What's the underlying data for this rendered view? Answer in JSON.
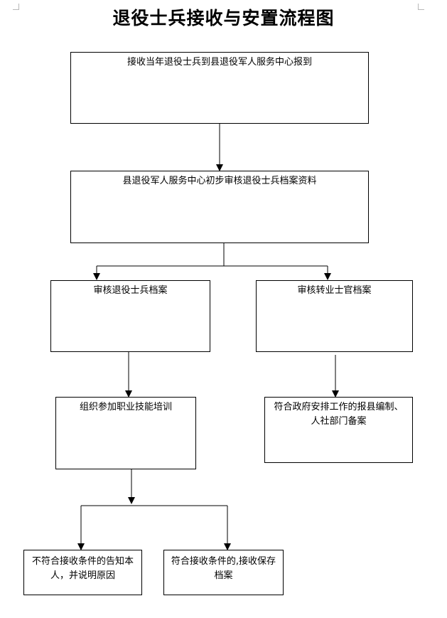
{
  "title": "退役士兵接收与安置流程图",
  "colors": {
    "line": "#000000",
    "box_border": "#000000",
    "background": "#ffffff"
  },
  "steps": {
    "report": "接收当年退役士兵到县退役军人服务中心报到",
    "initial_review": "县退役军人服务中心初步审核退役士兵档案资料",
    "review_soldier": "审核退役士兵档案",
    "review_nco": "审核转业士官档案",
    "training": "组织参加职业技能培训",
    "gov_placement": "符合政府安排工作的报县编制、人社部门备案",
    "not_qualified": "不符合接收条件的告知本人，并说明原因",
    "qualified": "符合接收条件的,接收保存档案"
  }
}
